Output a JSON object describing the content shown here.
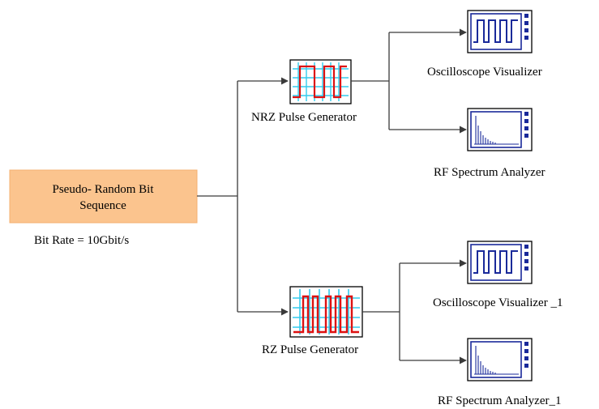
{
  "source": {
    "line1": "Pseudo- Random Bit",
    "line2": "Sequence",
    "bit_rate": "Bit Rate = 10Gbit/s",
    "fill_color": "#fbc48e"
  },
  "nrz": {
    "label": "NRZ Pulse Generator",
    "icon": "nrz-pulse-icon",
    "oscilloscope_label": "Oscilloscope Visualizer",
    "spectrum_label": "RF Spectrum Analyzer"
  },
  "rz": {
    "label": "RZ Pulse Generator",
    "icon": "rz-pulse-icon",
    "oscilloscope_label": "Oscilloscope Visualizer _1",
    "spectrum_label": "RF Spectrum Analyzer_1"
  },
  "colors": {
    "wire": "#3a3a3a",
    "grid_cyan": "#33ccee",
    "pulse_red": "#dd1111",
    "instrument_blue": "#1a2a9a"
  }
}
